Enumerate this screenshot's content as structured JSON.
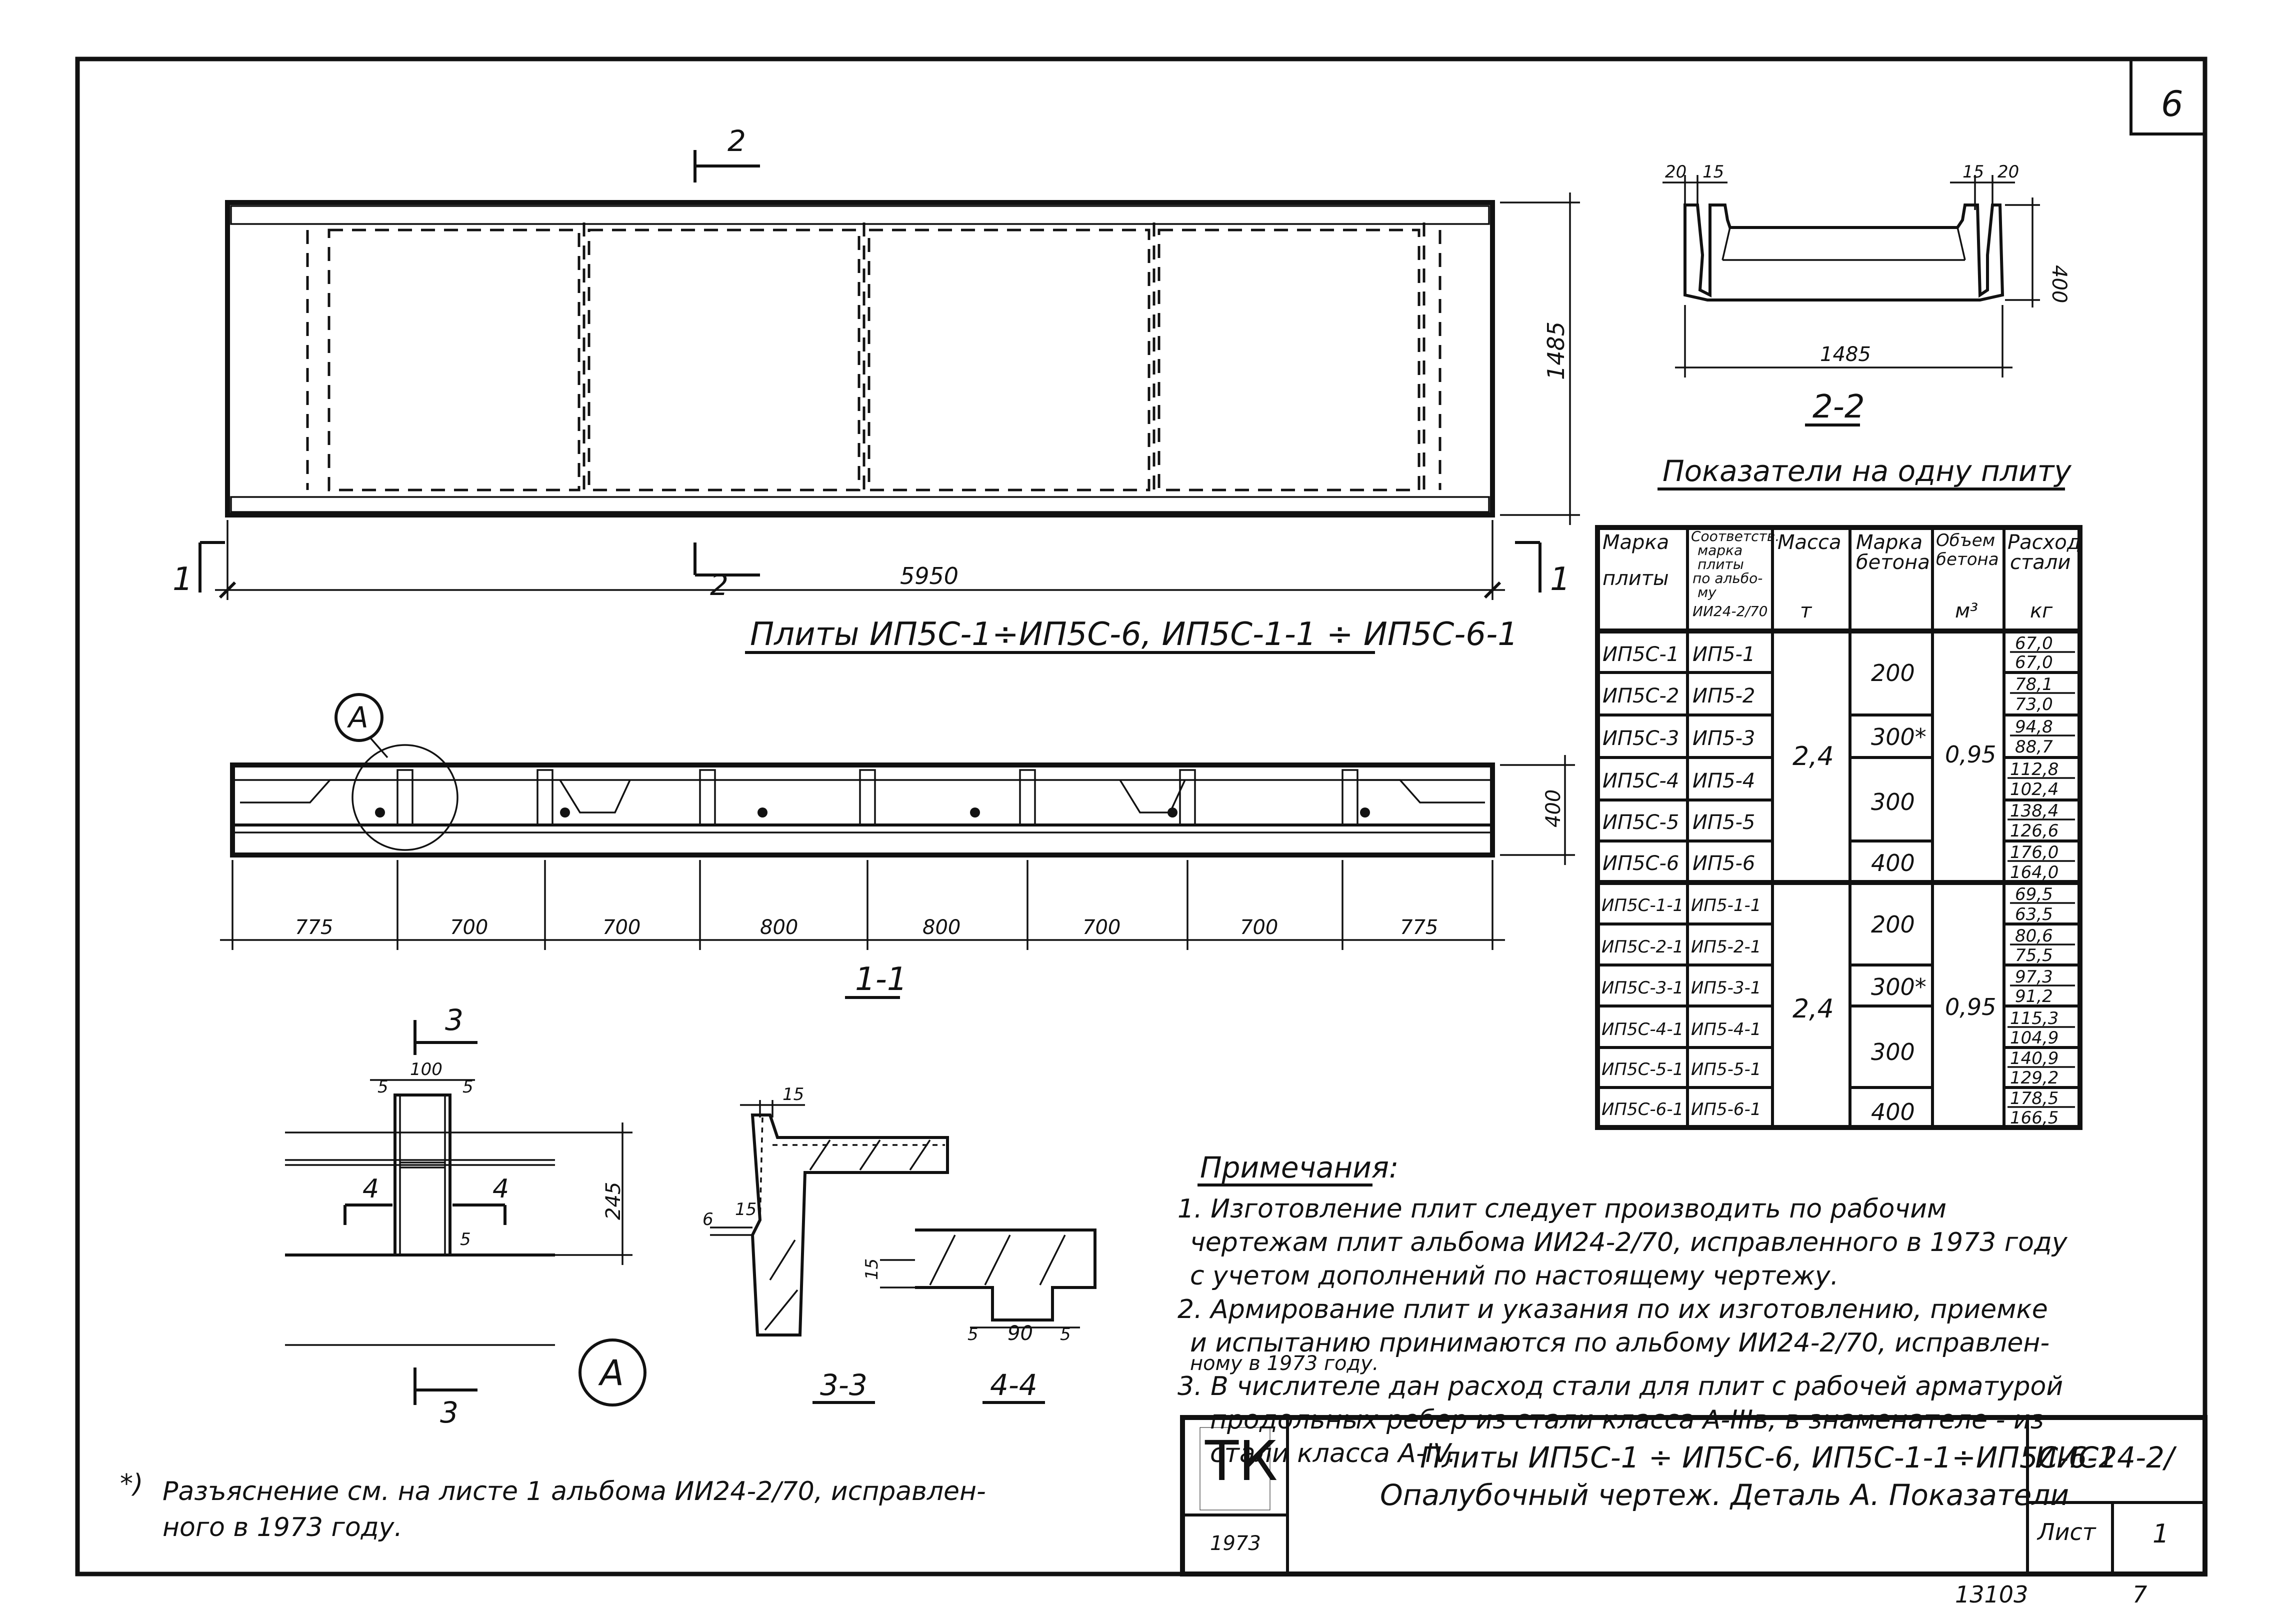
{
  "sheet_number": "6",
  "plan": {
    "section_mark": "2",
    "section_1_mark": "1",
    "length_dim": "5950",
    "width_dim": "1485",
    "title": "Плиты ИП5С-1÷ИП5С-6, ИП5С-1-1 ÷ ИП5С-6-1"
  },
  "section_2_2": {
    "dim_top_left_a": "20",
    "dim_top_left_b": "15",
    "dim_top_right_a": "15",
    "dim_top_right_b": "20",
    "height_dim": "400",
    "width_dim": "1485",
    "title": "2-2"
  },
  "section_1_1": {
    "callout": "А",
    "height_dim": "400",
    "spans": [
      "775",
      "700",
      "700",
      "800",
      "800",
      "700",
      "700",
      "775"
    ],
    "title": "1-1"
  },
  "detail_a": {
    "section_mark": "3",
    "dim_width": "100",
    "dim_left": "5",
    "dim_right": "5",
    "dim_height": "245",
    "dim_small": "5",
    "cut_left": "4",
    "cut_right": "4",
    "title": "А"
  },
  "section_3_3": {
    "dim_top": "15",
    "dim_side_a": "15",
    "dim_side_b": "6",
    "title": "3-3"
  },
  "section_4_4": {
    "dim_height": "15",
    "dim_left": "5",
    "dim_mid": "90",
    "dim_right": "5",
    "title": "4-4"
  },
  "table": {
    "title": "Показатели на одну плиту",
    "headers": {
      "mark": [
        "Марка",
        "плиты"
      ],
      "equiv": [
        "Соответств.",
        "марка",
        "плиты",
        "по альбо-",
        "му",
        "ИИ24-2/70"
      ],
      "mass": [
        "Масса",
        "т"
      ],
      "concrete": [
        "Марка",
        "бетона"
      ],
      "volume": [
        "Объем",
        "бетона",
        "м³"
      ],
      "steel": [
        "Расход",
        "стали",
        "кг"
      ]
    },
    "group1": {
      "mass": "2,4",
      "volume": "0,95",
      "concrete": [
        "200",
        "300*",
        "300",
        "400"
      ],
      "rows": [
        {
          "mark": "ИП5С-1",
          "equiv": "ИП5-1",
          "steel_num": "67,0",
          "steel_den": "67,0"
        },
        {
          "mark": "ИП5С-2",
          "equiv": "ИП5-2",
          "steel_num": "78,1",
          "steel_den": "73,0"
        },
        {
          "mark": "ИП5С-3",
          "equiv": "ИП5-3",
          "steel_num": "94,8",
          "steel_den": "88,7"
        },
        {
          "mark": "ИП5С-4",
          "equiv": "ИП5-4",
          "steel_num": "112,8",
          "steel_den": "102,4"
        },
        {
          "mark": "ИП5С-5",
          "equiv": "ИП5-5",
          "steel_num": "138,4",
          "steel_den": "126,6"
        },
        {
          "mark": "ИП5С-6",
          "equiv": "ИП5-6",
          "steel_num": "176,0",
          "steel_den": "164,0"
        }
      ]
    },
    "group2": {
      "mass": "2,4",
      "volume": "0,95",
      "concrete": [
        "200",
        "300*",
        "300",
        "400"
      ],
      "rows": [
        {
          "mark": "ИП5С-1-1",
          "equiv": "ИП5-1-1",
          "steel_num": "69,5",
          "steel_den": "63,5"
        },
        {
          "mark": "ИП5С-2-1",
          "equiv": "ИП5-2-1",
          "steel_num": "80,6",
          "steel_den": "75,5"
        },
        {
          "mark": "ИП5С-3-1",
          "equiv": "ИП5-3-1",
          "steel_num": "97,3",
          "steel_den": "91,2"
        },
        {
          "mark": "ИП5С-4-1",
          "equiv": "ИП5-4-1",
          "steel_num": "115,3",
          "steel_den": "104,9"
        },
        {
          "mark": "ИП5С-5-1",
          "equiv": "ИП5-5-1",
          "steel_num": "140,9",
          "steel_den": "129,2"
        },
        {
          "mark": "ИП5С-6-1",
          "equiv": "ИП5-6-1",
          "steel_num": "178,5",
          "steel_den": "166,5"
        }
      ]
    }
  },
  "notes": {
    "title": "Примечания:",
    "lines": [
      "1. Изготовление плит следует производить по рабочим",
      "чертежам плит альбома ИИ24-2/70, исправленного в 1973 году",
      "с учетом дополнений по настоящему чертежу.",
      "2. Армирование плит и указания по их изготовлению, приемке",
      "и испытанию принимаются по альбому ИИ24-2/70, исправлен-",
      "ному в 1973 году.",
      "3. В числителе дан расход стали для плит с рабочей арматурой",
      "продольных ребер из стали класса А-IIIв, в знаменателе - из",
      "стали класса А-IV."
    ]
  },
  "footnote": {
    "mark": "*)",
    "line1": "Разъяснение см. на листе 1 альбома ИИ24-2/70, исправлен-",
    "line2": "ного в 1973 году."
  },
  "title_block": {
    "logo": "ТК",
    "year": "1973",
    "title_line1": "Плиты ИП5С-1 ÷ ИП5С-6, ИП5С-1-1÷ИП5С-6-1",
    "title_line2": "Опалубочный чертеж. Деталь А. Показатели",
    "album": "ИИС24-2/",
    "sheet_label": "Лист",
    "sheet_value": "1"
  },
  "bottom": {
    "order": "13103",
    "page": "7"
  }
}
